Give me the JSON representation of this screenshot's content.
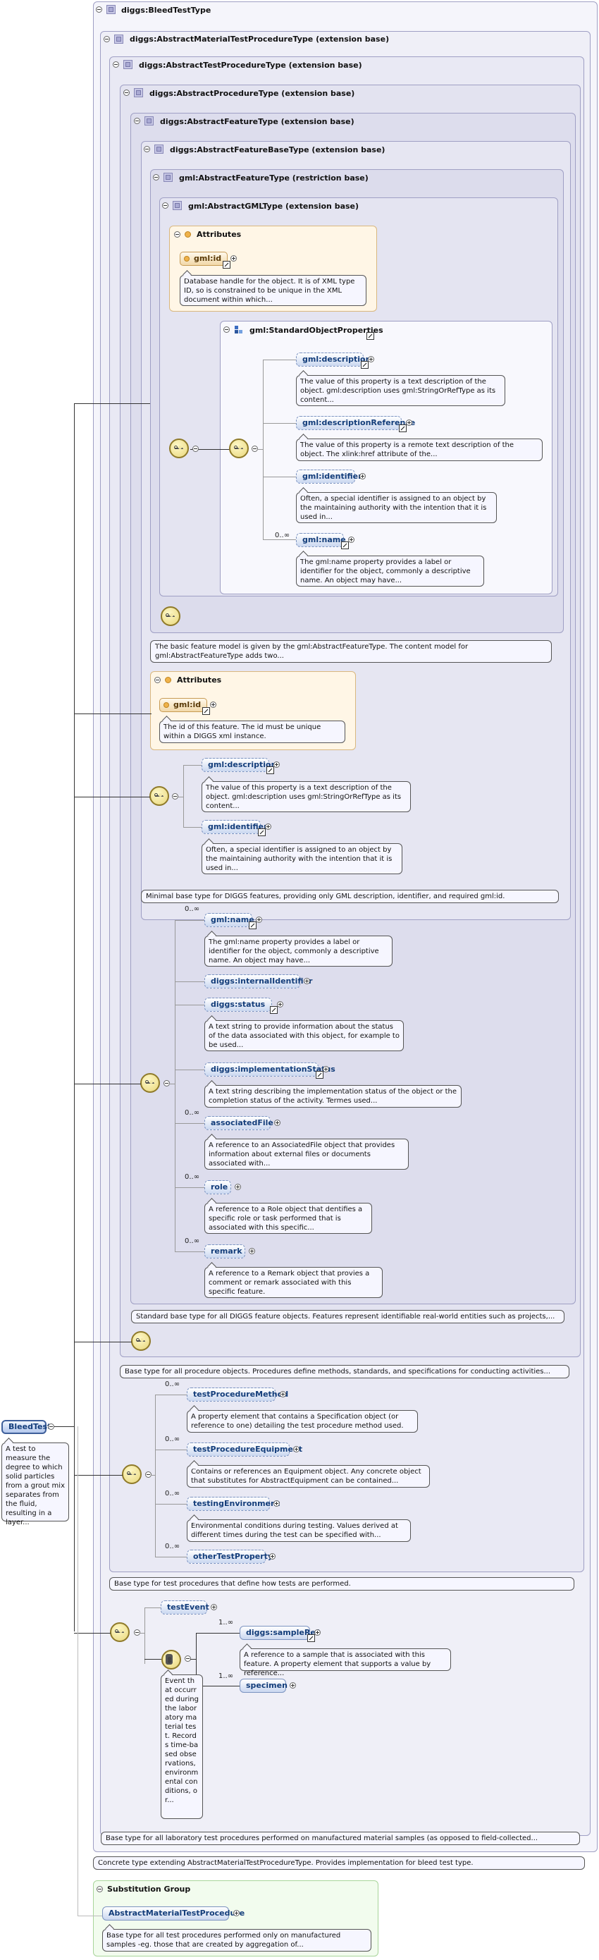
{
  "root": {
    "name": "BleedTest",
    "note": "A test to measure the degree to which solid particles from a grout mix separates from the fluid, resulting in a layer..."
  },
  "frames": {
    "bleed_type": "diggs:BleedTestType",
    "amt_type": "diggs:AbstractMaterialTestProcedureType (extension base)",
    "atp_type": "diggs:AbstractTestProcedureType (extension base)",
    "ap_type": "diggs:AbstractProcedureType (extension base)",
    "af_type": "diggs:AbstractFeatureType (extension base)",
    "afb_type": "diggs:AbstractFeatureBaseType (extension base)",
    "gaf_type": "gml:AbstractFeatureType (restriction base)",
    "gag_type": "gml:AbstractGMLType (extension base)",
    "std_props": "gml:StandardObjectProperties"
  },
  "gml_attrs": {
    "title": "Attributes",
    "id": "gml:id",
    "id_note": "Database handle for the object. It is of XML type ID, so is constrained to be unique in the XML document within which..."
  },
  "std_elements": [
    {
      "name": "gml:description",
      "note": "The value of this property is a text description of the object. gml:description uses gml:StringOrRefType as its content..."
    },
    {
      "name": "gml:descriptionReference",
      "note": "The value of this property is a remote text description of the object. The xlink:href attribute of the..."
    },
    {
      "name": "gml:identifier",
      "note": "Often, a special identifier is assigned to an object by the maintaining authority with the intention that it is used in..."
    },
    {
      "name": "gml:name",
      "card": "0..∞",
      "note": "The gml:name property provides a label or identifier for the object, commonly a descriptive name. An object may have..."
    }
  ],
  "gaf_note": "The basic feature model is given by the gml:AbstractFeatureType. The content model for gml:AbstractFeatureType adds two...",
  "afb_attrs": {
    "title": "Attributes",
    "id": "gml:id",
    "id_note": "The id of this feature. The id must be unique within a DIGGS xml instance."
  },
  "afb_elements": [
    {
      "name": "gml:description",
      "note": "The value of this property is a text description of the object. gml:description uses gml:StringOrRefType as its content..."
    },
    {
      "name": "gml:identifier",
      "note": "Often, a special identifier is assigned to an object by the maintaining authority with the intention that it is used in..."
    }
  ],
  "afb_note": "Minimal base type for DIGGS features, providing only GML description, identifier, and required gml:id.",
  "af_elements": [
    {
      "name": "gml:name",
      "card": "0..∞",
      "note": "The gml:name property provides a label or identifier for the object, commonly a descriptive name. An object may have..."
    },
    {
      "name": "diggs:internalIdentifier",
      "card": "",
      "note": ""
    },
    {
      "name": "diggs:status",
      "card": "",
      "note": "A text string to provide information about the status of the data associated with this object, for example to be used..."
    },
    {
      "name": "diggs:implementationStatus",
      "card": "",
      "note": "A text string describing the implementation status of the object or the completion status of the activity. Termes used..."
    },
    {
      "name": "associatedFile",
      "card": "0..∞",
      "note": "A reference to an AssociatedFile object that provides information about external files or documents associated with..."
    },
    {
      "name": "role",
      "card": "0..∞",
      "note": "A reference to a Role object that dentifies a specific role or task performed that is associated with this specific..."
    },
    {
      "name": "remark",
      "card": "0..∞",
      "note": "A reference to a Remark object that provies a comment or remark associated with this specific feature."
    }
  ],
  "af_note": "Standard base type for all DIGGS feature objects. Features represent identifiable real-world entities such as projects,...",
  "ap_note": "Base type for all procedure objects. Procedures define methods, standards, and specifications for conducting activities...",
  "atp_elements": [
    {
      "name": "testProcedureMethod",
      "card": "0..∞",
      "note": "A property element that contains a Specification object (or reference to one) detailing the test procedure method used."
    },
    {
      "name": "testProcedureEquipment",
      "card": "0..∞",
      "note": "Contains or references an Equipment object. Any concrete object that substitutes for AbstractEquipment can be contained..."
    },
    {
      "name": "testingEnvironment",
      "card": "0..∞",
      "note": "Environmental conditions during testing. Values derived at different times during the test can be specified with..."
    },
    {
      "name": "otherTestProperty",
      "card": "0..∞",
      "note": ""
    }
  ],
  "atp_note": "Base type for test procedures that define how tests are performed.",
  "amt_elements": {
    "test_event": "testEvent",
    "test_event_note": "Event that occurred during the laboratory material test. Records time-based observations, environmental conditions, or...",
    "sample_ref": "diggs:sampleRef",
    "sample_ref_card": "1..∞",
    "sample_ref_note": "A reference to a sample that is associated with this feature. A property element that supports a value by reference...",
    "specimen": "specimen",
    "specimen_card": "1..∞"
  },
  "amt_note": "Base type for all laboratory test procedures performed on manufactured material samples (as opposed to field-collected...",
  "bleed_note": "Concrete type extending AbstractMaterialTestProcedureType. Provides implementation for bleed test type.",
  "substitution": {
    "title": "Substitution Group",
    "name": "AbstractMaterialTestProcedure",
    "note": "Base type for all test procedures performed only on manufactured samples -eg. those that are created by aggregation of..."
  }
}
